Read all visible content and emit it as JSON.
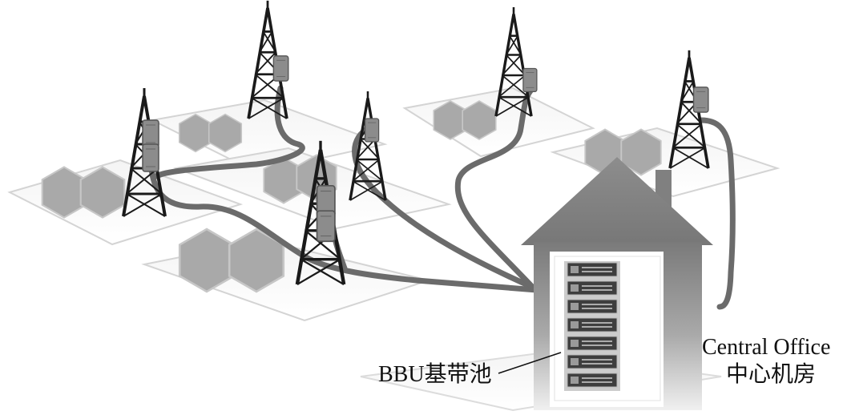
{
  "labels": {
    "bbu_pool": "BBU基带池",
    "central_office_en": "Central Office",
    "central_office_zh": "中心机房"
  },
  "icons": [
    "cell-tower-icon",
    "rru-box-icon",
    "hexagon-cell-icon",
    "house-icon",
    "bbu-rack-icon",
    "fiber-cable-icon"
  ],
  "colors": {
    "tower": "#1a1a1a",
    "hexagon": "#a8a8a8",
    "fiber": "#6e6e6e",
    "house": "#8a8a8a",
    "rack": "#3c3c3c"
  }
}
